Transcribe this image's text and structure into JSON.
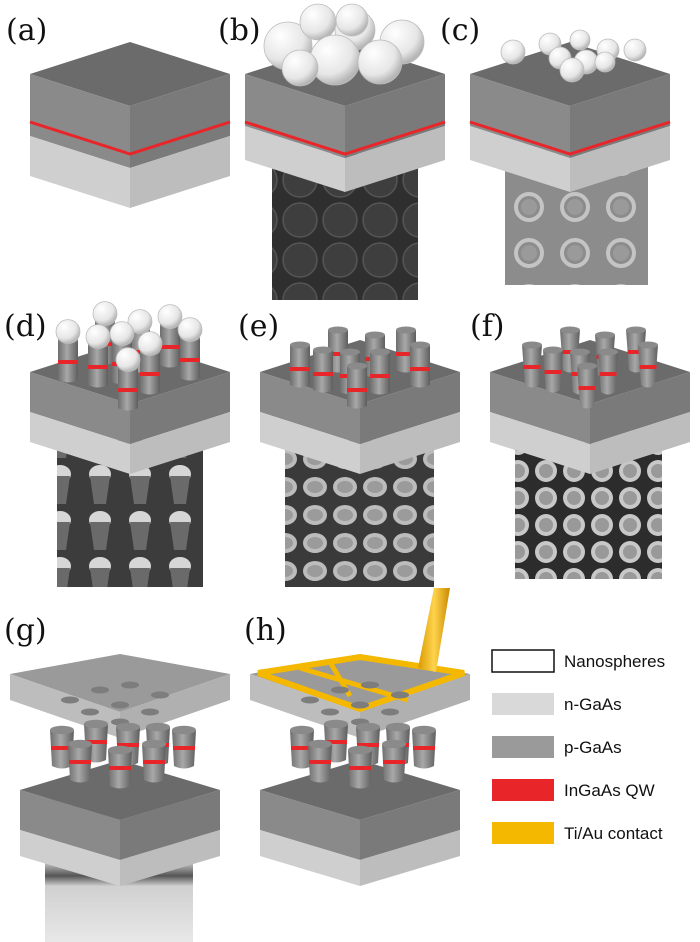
{
  "panels": [
    {
      "id": "a",
      "label": "(a)"
    },
    {
      "id": "b",
      "label": "(b)"
    },
    {
      "id": "c",
      "label": "(c)"
    },
    {
      "id": "d",
      "label": "(d)"
    },
    {
      "id": "e",
      "label": "(e)"
    },
    {
      "id": "f",
      "label": "(f)"
    },
    {
      "id": "g",
      "label": "(g)"
    },
    {
      "id": "h",
      "label": "(h)"
    }
  ],
  "legend": [
    {
      "label": "Nanospheres",
      "color": "#ffffff",
      "border": "#111111"
    },
    {
      "label": "n-GaAs",
      "color": "#d9d9d9",
      "border": "#d9d9d9"
    },
    {
      "label": "p-GaAs",
      "color": "#9a9a9a",
      "border": "#9a9a9a"
    },
    {
      "label": "InGaAs QW",
      "color": "#e8262a",
      "border": "#e8262a"
    },
    {
      "label": "Ti/Au contact",
      "color": "#f5b800",
      "border": "#f5b800"
    }
  ],
  "colors": {
    "top_face": "#6b6b6b",
    "left_dark": "#8a8a8a",
    "right_dark": "#7a7a7a",
    "left_light": "#cfcfcf",
    "right_light": "#bdbdbd",
    "qw": "#e8262a",
    "gold": "#f5b800",
    "sem_dark": "#3a3a3a",
    "sem_mid": "#8e8e8e"
  }
}
